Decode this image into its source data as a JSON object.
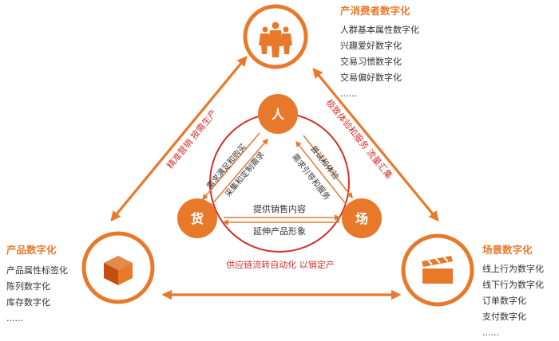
{
  "colors": {
    "accent": "#e8792b",
    "red": "#d0312d",
    "text": "#333333"
  },
  "nodes": {
    "consumer": {
      "icon": "people-group-icon"
    },
    "product": {
      "icon": "cube-box-icon"
    },
    "scene": {
      "icon": "clapperboard-icon"
    }
  },
  "panels": {
    "consumer": {
      "title": "产消费者数字化",
      "items": [
        "人群基本属性数字化",
        "兴趣爱好数字化",
        "交易习惯数字化",
        "交易偏好数字化",
        "......"
      ]
    },
    "product": {
      "title": "产品数字化",
      "items": [
        "产品属性标签化",
        "陈列数字化",
        "库存数字化",
        "......"
      ]
    },
    "scene": {
      "title": "场景数字化",
      "items": [
        "线上行为数字化",
        "线下行为数字化",
        "订单数字化",
        "支付数字化",
        "......"
      ]
    }
  },
  "inner": {
    "ren": "人",
    "huo": "货",
    "chang": "场"
  },
  "edge_labels": {
    "left_outer": "精准营销  按需生产",
    "right_outer": "极致体验和服务  流量汇集",
    "bottom_outer": "供应链流转自动化  以销定产",
    "ren_huo_a": "需求满足和购买",
    "ren_huo_b": "采集和定制需求",
    "ren_chang_a": "尝试和体验",
    "ren_chang_b": "需求引导和服务",
    "huo_chang_a": "提供销售内容",
    "huo_chang_b": "延伸产品形象"
  }
}
